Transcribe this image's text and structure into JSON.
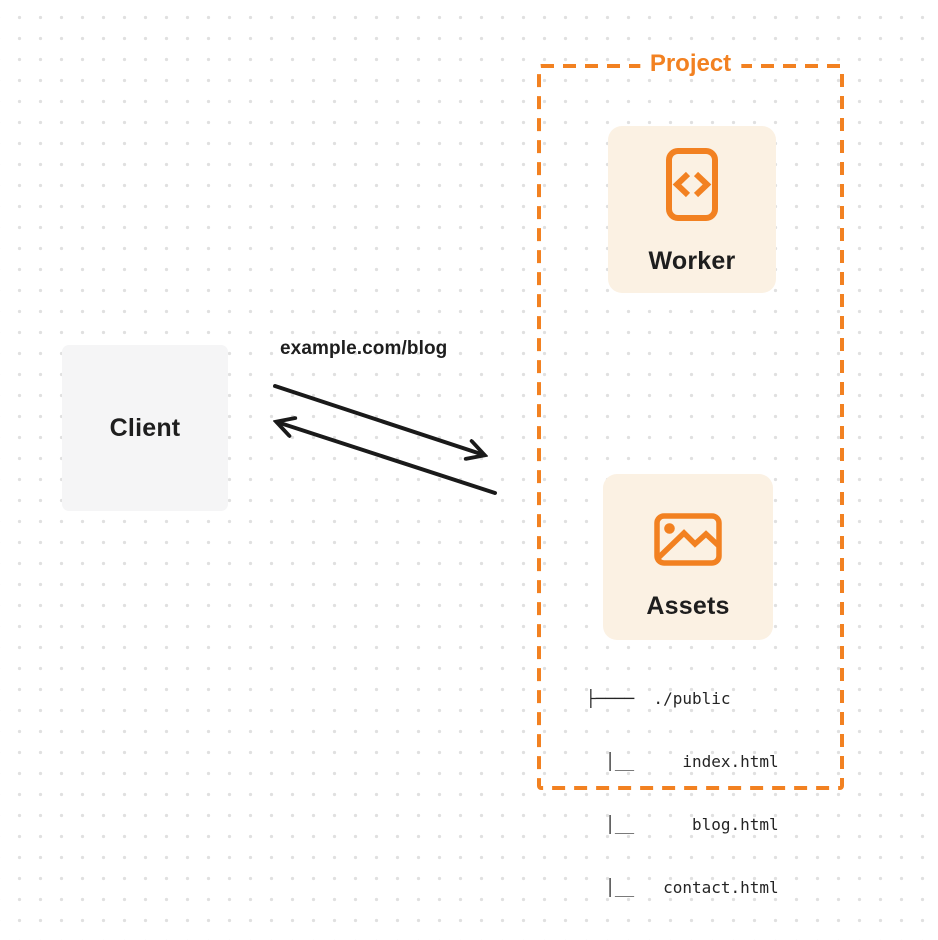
{
  "colors": {
    "orange": "#F28121",
    "card_cream": "#FBF1E3",
    "client_gray": "#F5F5F6",
    "ink": "#1E1E1E",
    "arrow": "#1A1A1A",
    "dot": "#E0E0E0"
  },
  "client": {
    "label": "Client"
  },
  "request": {
    "label": "example.com/blog"
  },
  "project": {
    "label": "Project",
    "worker": {
      "label": "Worker",
      "icon": "code-file-icon"
    },
    "assets": {
      "label": "Assets",
      "icon": "image-icon"
    },
    "file_tree": {
      "lines": [
        "├────  ./public",
        "  │__     index.html",
        "  │__      blog.html",
        "  │__   contact.html"
      ]
    }
  }
}
